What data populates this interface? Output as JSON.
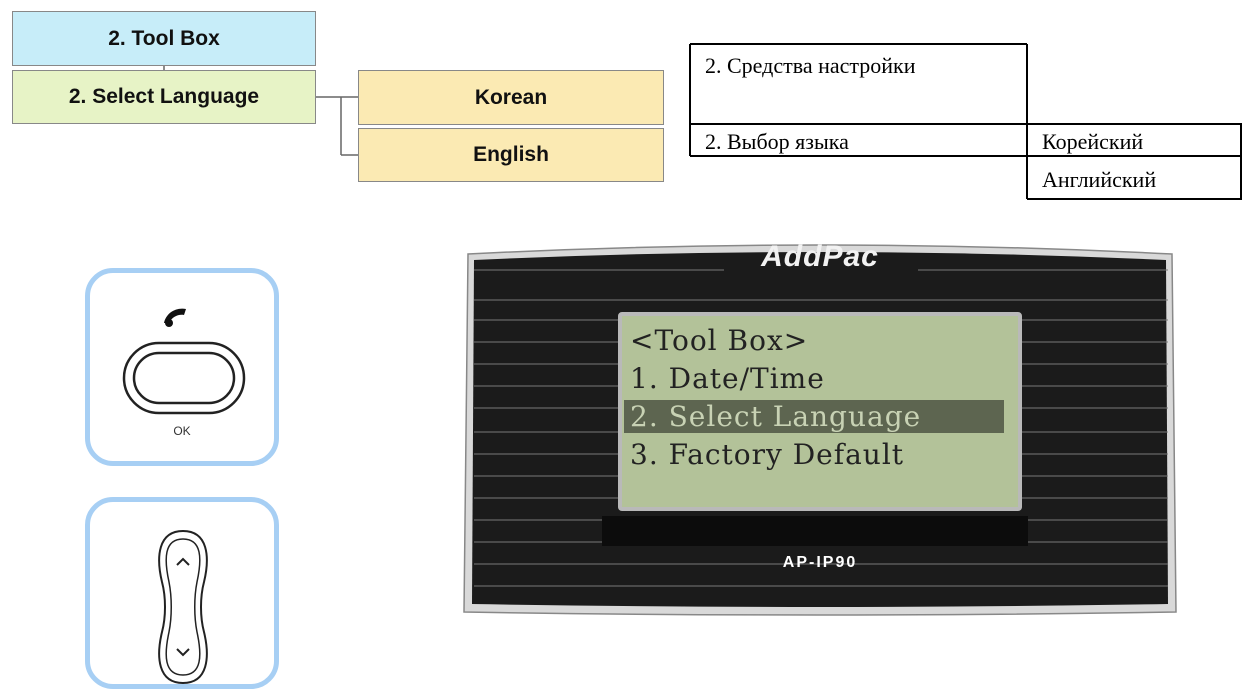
{
  "menu_tree": {
    "tool_box": "2. Tool Box",
    "select_language": "2. Select Language",
    "options": [
      "Korean",
      "English"
    ]
  },
  "translation_table": {
    "tool_box": "2. Средства настройки",
    "select_language": "2. Выбор языка",
    "options": [
      "Корейский",
      "Английский"
    ]
  },
  "keys": {
    "ok_label": "OK"
  },
  "phone": {
    "brand": "AddPac",
    "model": "AP-IP90",
    "lcd_lines": [
      "<Tool Box>",
      "1. Date/Time",
      "2. Select Language",
      "3. Factory Default"
    ],
    "selected_line": 2
  }
}
